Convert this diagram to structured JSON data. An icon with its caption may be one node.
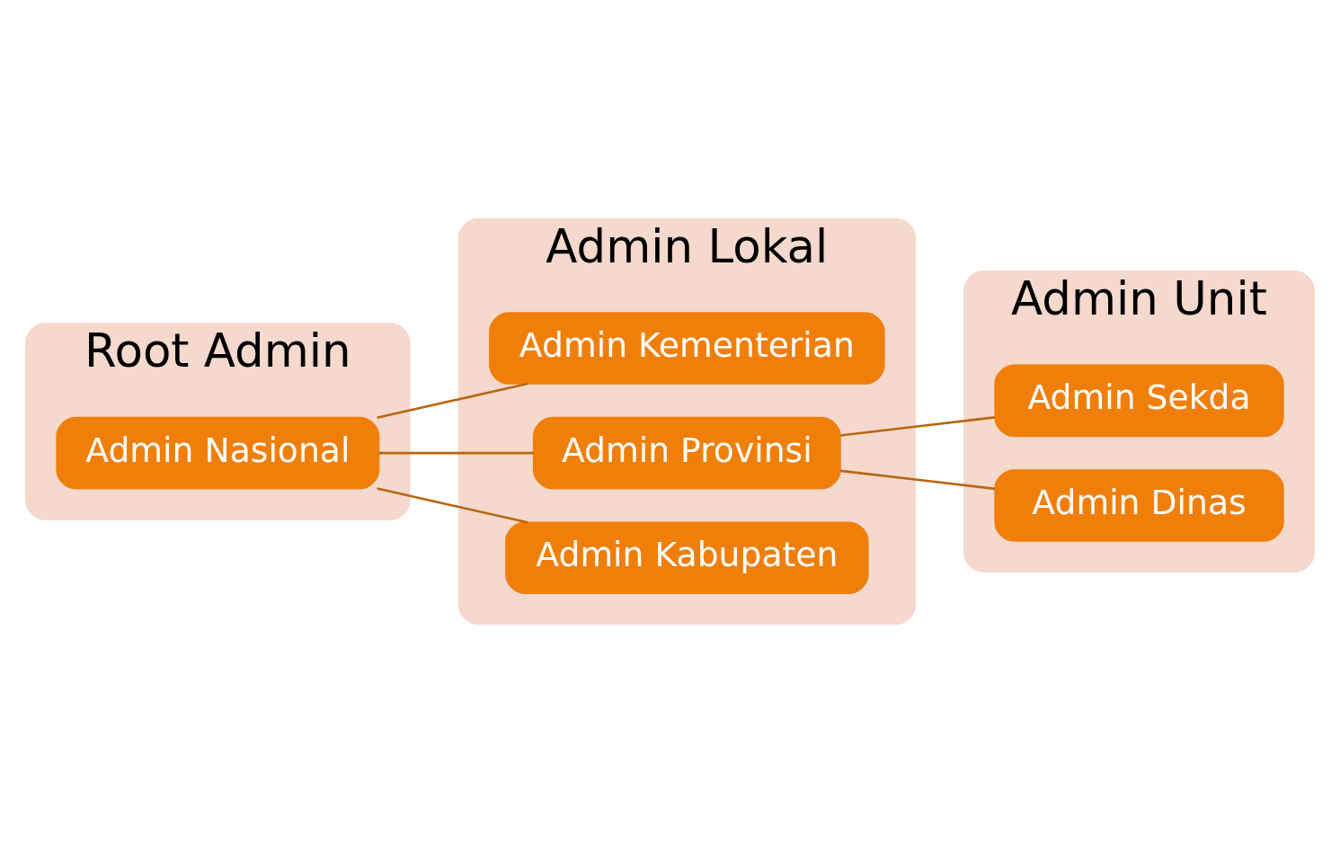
{
  "diagram": {
    "nodes": [
      {
        "text": [
          "Root Admin"
        ]
      },
      {
        "text": [
          "Admin Lokal"
        ]
      },
      {
        "text": [
          "Admin Unit"
        ]
      },
      {
        "text": [
          "Admin Nasional"
        ],
        "in": 0
      },
      {
        "text": [
          "Admin Kementerian"
        ],
        "in": 1
      },
      {
        "text": [
          "Admin Provinsi"
        ],
        "in": 1
      },
      {
        "text": [
          "Admin Kabupaten"
        ],
        "in": 1
      },
      {
        "text": [
          "Admin Sekda"
        ],
        "in": 2
      },
      {
        "text": [
          "Admin Dinas"
        ],
        "in": 2
      }
    ],
    "edges": [
      {
        "from": 3,
        "to": 4,
        "arrow": "none"
      },
      {
        "from": 3,
        "to": 5,
        "arrow": "none"
      },
      {
        "from": 3,
        "to": 6,
        "arrow": "none"
      },
      {
        "from": 5,
        "to": 7,
        "arrow": "none"
      },
      {
        "from": 5,
        "to": 8,
        "arrow": "none"
      }
    ]
  }
}
